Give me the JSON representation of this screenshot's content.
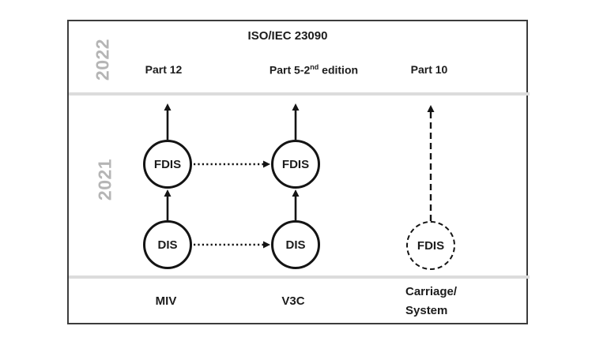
{
  "diagram": {
    "title": "ISO/IEC 23090",
    "year_top": "2022",
    "year_middle": "2021",
    "parts": {
      "part12": "Part 12",
      "part5_prefix": "Part 5-2",
      "part5_sup": "nd",
      "part5_suffix": " edition",
      "part10": "Part 10"
    },
    "nodes": {
      "miv_fdis": "FDIS",
      "miv_dis": "DIS",
      "v3c_fdis": "FDIS",
      "v3c_dis": "DIS",
      "carriage_fdis": "FDIS"
    },
    "bottom_labels": {
      "miv": "MIV",
      "v3c": "V3C",
      "carriage_line1": "Carriage/",
      "carriage_line2": "System"
    },
    "colors": {
      "year_gray": "#b5b5b5",
      "divider_gray": "#dcdcdc",
      "ink": "#141414",
      "box_border": "#3c3c3c"
    }
  }
}
